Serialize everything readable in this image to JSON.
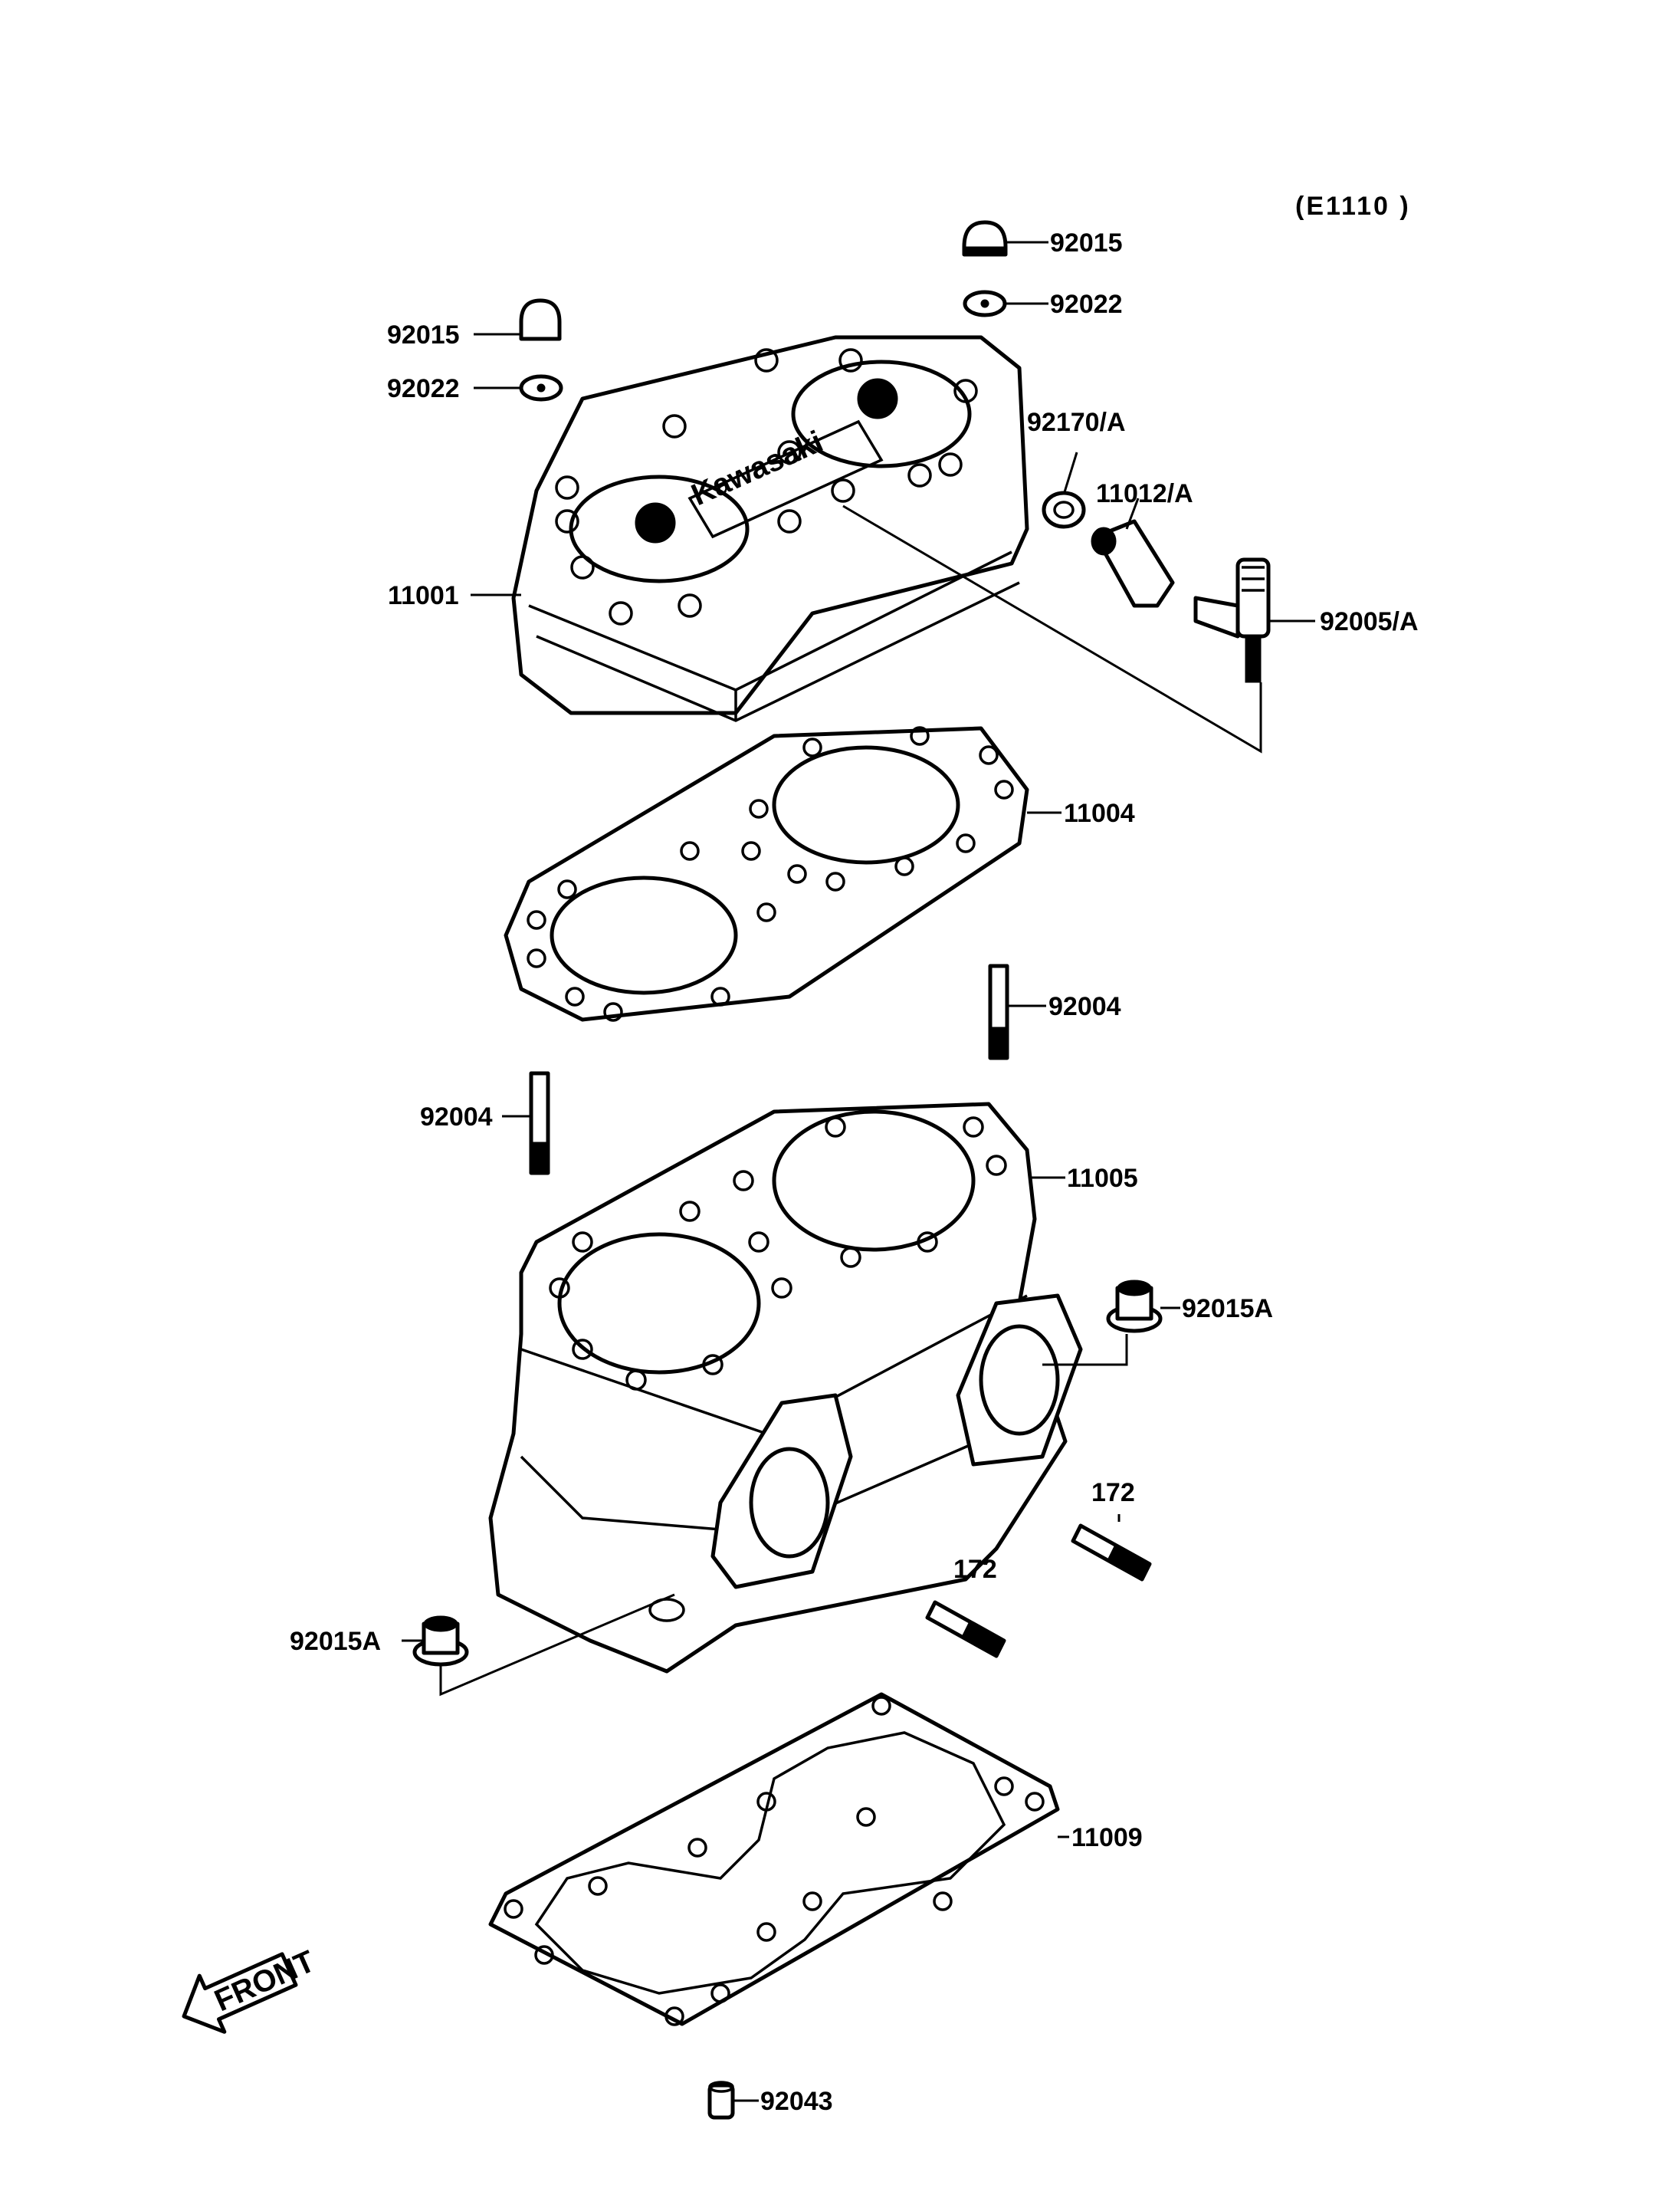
{
  "diagram_code": "(E1110 )",
  "front_label": "FRONT",
  "callouts": {
    "nut_top_right": "92015",
    "washer_top_right": "92022",
    "nut_top_left": "92015",
    "washer_top_left": "92022",
    "clamp": "92170/A",
    "sensor": "11012/A",
    "fitting": "92005/A",
    "cylinder_head": "11001",
    "head_gasket": "11004",
    "stud_right": "92004",
    "stud_left": "92004",
    "cylinder": "11005",
    "flange_nut_right": "92015A",
    "flange_nut_left": "92015A",
    "stud_172_a": "172",
    "stud_172_b": "172",
    "base_gasket": "11009",
    "dowel_pin": "92043"
  },
  "head_logo_text": "Kawasaki"
}
